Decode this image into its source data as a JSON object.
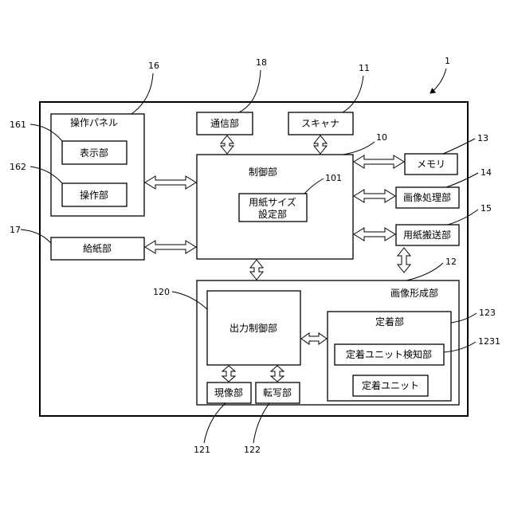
{
  "device": {
    "ref": "1"
  },
  "blocks": {
    "operation_panel": {
      "label": "操作パネル",
      "ref": "16"
    },
    "display": {
      "label": "表示部",
      "ref": "161"
    },
    "operation": {
      "label": "操作部",
      "ref": "162"
    },
    "paper_feed": {
      "label": "給紙部",
      "ref": "17"
    },
    "communication": {
      "label": "通信部",
      "ref": "18"
    },
    "scanner": {
      "label": "スキャナ",
      "ref": "11"
    },
    "control": {
      "label": "制御部",
      "ref": "10"
    },
    "paper_size_setting": {
      "label_line1": "用紙サイズ",
      "label_line2": "設定部",
      "ref": "101"
    },
    "memory": {
      "label": "メモリ",
      "ref": "13"
    },
    "image_processing": {
      "label": "画像処理部",
      "ref": "14"
    },
    "paper_transport": {
      "label": "用紙搬送部",
      "ref": "15"
    },
    "image_forming": {
      "label": "画像形成部",
      "ref": "12"
    },
    "output_control": {
      "label": "出力制御部",
      "ref": "120"
    },
    "developing": {
      "label": "現像部",
      "ref": "121"
    },
    "transfer": {
      "label": "転写部",
      "ref": "122"
    },
    "fixing": {
      "label": "定着部",
      "ref": "123"
    },
    "fixing_unit_detector": {
      "label": "定着ユニット検知部",
      "ref": "1231"
    },
    "fixing_unit": {
      "label": "定着ユニット"
    }
  }
}
